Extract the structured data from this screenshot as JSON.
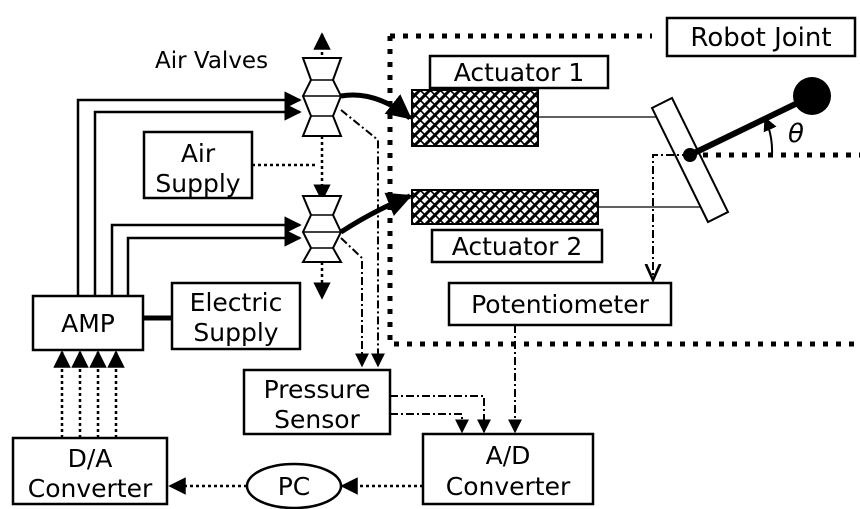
{
  "labels": {
    "air_valves": "Air Valves",
    "robot_joint": "Robot Joint",
    "actuator_1": "Actuator 1",
    "actuator_2": "Actuator 2",
    "theta": "θ",
    "air_supply_line1": "Air",
    "air_supply_line2": "Supply",
    "electric_supply_line1": "Electric",
    "electric_supply_line2": "Supply",
    "amp": "AMP",
    "potentiometer": "Potentiometer",
    "pressure_sensor_line1": "Pressure",
    "pressure_sensor_line2": "Sensor",
    "da_line1": "D/A",
    "da_line2": "Converter",
    "ad_line1": "A/D",
    "ad_line2": "Converter",
    "pc": "PC"
  },
  "colors": {
    "ink": "#000000",
    "background": "#ffffff"
  }
}
